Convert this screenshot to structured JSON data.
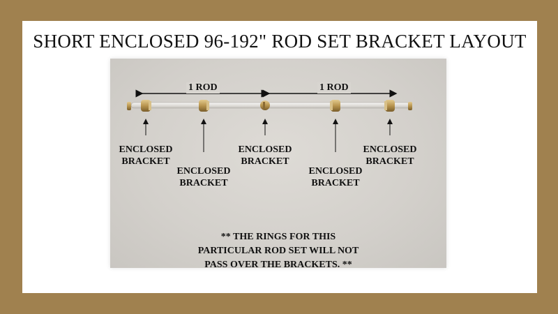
{
  "title": "SHORT ENCLOSED 96-192\" ROD SET BRACKET LAYOUT",
  "rod_labels": [
    "1 ROD",
    "1 ROD"
  ],
  "brackets": [
    {
      "line1": "ENCLOSED",
      "line2": "BRACKET"
    },
    {
      "line1": "ENCLOSED",
      "line2": "BRACKET"
    },
    {
      "line1": "ENCLOSED",
      "line2": "BRACKET"
    },
    {
      "line1": "ENCLOSED",
      "line2": "BRACKET"
    },
    {
      "line1": "ENCLOSED",
      "line2": "BRACKET"
    }
  ],
  "note": {
    "line1": "** THE RINGS FOR THIS",
    "line2": "PARTICULAR ROD SET WILL NOT",
    "line3": "PASS OVER THE BRACKETS. **"
  },
  "colors": {
    "frame": "#a0814f",
    "brass": "#b8954f",
    "panel": "#d3d0cb"
  }
}
